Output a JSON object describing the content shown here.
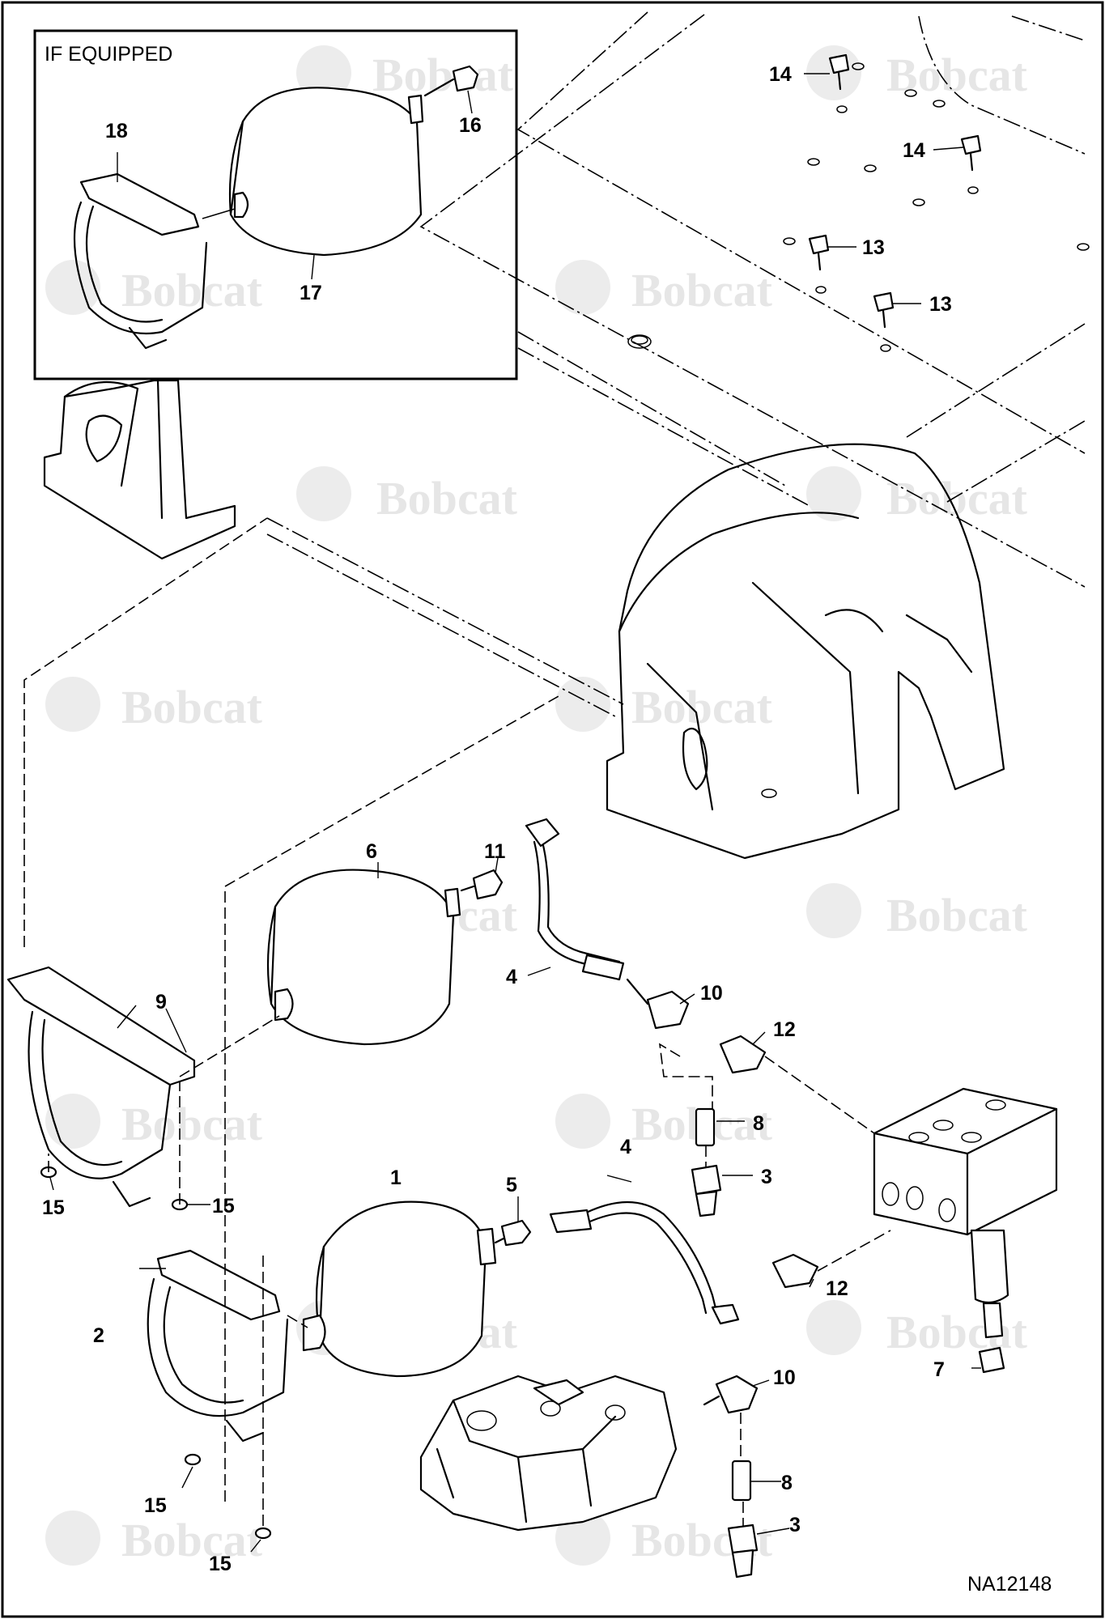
{
  "diagram": {
    "inset_label": "IF EQUIPPED",
    "reference_code": "NA12148",
    "watermark_text": "Bobcat",
    "callouts": [
      {
        "id": "c1",
        "text": "1"
      },
      {
        "id": "c2",
        "text": "2"
      },
      {
        "id": "c3a",
        "text": "3"
      },
      {
        "id": "c3b",
        "text": "3"
      },
      {
        "id": "c4a",
        "text": "4"
      },
      {
        "id": "c4b",
        "text": "4"
      },
      {
        "id": "c5",
        "text": "5"
      },
      {
        "id": "c6",
        "text": "6"
      },
      {
        "id": "c7",
        "text": "7"
      },
      {
        "id": "c8a",
        "text": "8"
      },
      {
        "id": "c8b",
        "text": "8"
      },
      {
        "id": "c9",
        "text": "9"
      },
      {
        "id": "c10a",
        "text": "10"
      },
      {
        "id": "c10b",
        "text": "10"
      },
      {
        "id": "c11",
        "text": "11"
      },
      {
        "id": "c12a",
        "text": "12"
      },
      {
        "id": "c12b",
        "text": "12"
      },
      {
        "id": "c13a",
        "text": "13"
      },
      {
        "id": "c13b",
        "text": "13"
      },
      {
        "id": "c14a",
        "text": "14"
      },
      {
        "id": "c14b",
        "text": "14"
      },
      {
        "id": "c15a",
        "text": "15"
      },
      {
        "id": "c15b",
        "text": "15"
      },
      {
        "id": "c15c",
        "text": "15"
      },
      {
        "id": "c15d",
        "text": "15"
      },
      {
        "id": "c16",
        "text": "16"
      },
      {
        "id": "c17",
        "text": "17"
      },
      {
        "id": "c18",
        "text": "18"
      }
    ]
  }
}
